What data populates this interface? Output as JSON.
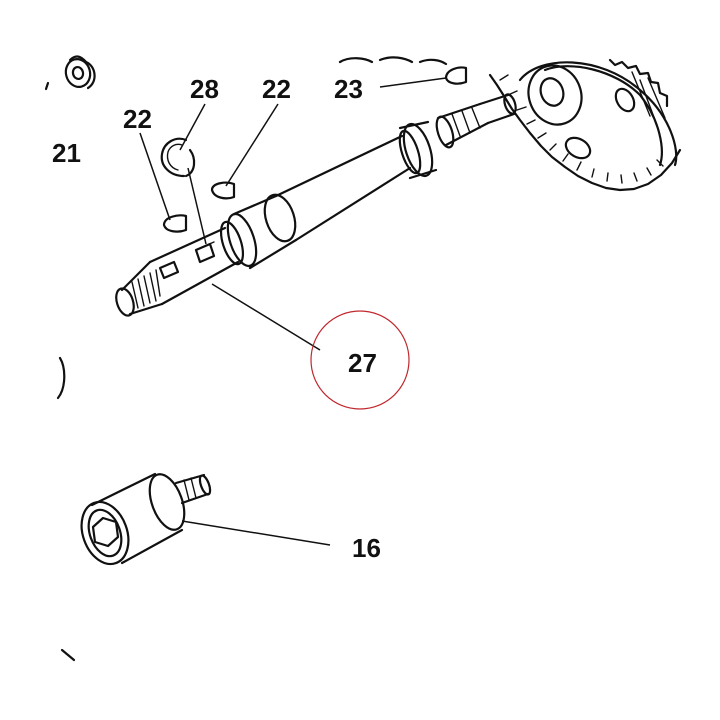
{
  "callouts": {
    "c21": "21",
    "c28": "28",
    "c22a": "22",
    "c22b": "22",
    "c23": "23",
    "c27": "27",
    "c16": "16"
  },
  "colors": {
    "ink": "#111111",
    "highlight_ring": "#c0282d",
    "background": "#ffffff"
  }
}
